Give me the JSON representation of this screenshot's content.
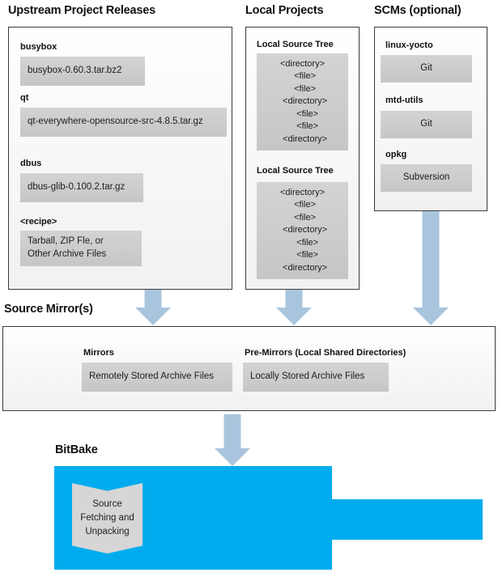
{
  "sections": {
    "upstream": {
      "title": "Upstream Project Releases",
      "entries": [
        {
          "label": "busybox",
          "value": "busybox-0.60.3.tar.bz2"
        },
        {
          "label": "qt",
          "value": "qt-everywhere-opensource-src-4.8.5.tar.gz"
        },
        {
          "label": "dbus",
          "value": "dbus-glib-0.100.2.tar.gz"
        },
        {
          "label": "<recipe>",
          "value": "Tarball, ZIP Fle, or\nOther Archive Files"
        }
      ]
    },
    "local_projects": {
      "title": "Local Projects",
      "trees": [
        {
          "label": "Local Source Tree",
          "lines": [
            "<directory>",
            "  <file>",
            "  <file>",
            "  <directory>",
            "    <file>",
            "    <file>",
            "  <directory>"
          ]
        },
        {
          "label": "Local Source Tree",
          "lines": [
            "<directory>",
            "  <file>",
            "  <file>",
            "  <directory>",
            "    <file>",
            "    <file>",
            "  <directory>"
          ]
        }
      ]
    },
    "scms": {
      "title": "SCMs (optional)",
      "entries": [
        {
          "label": "linux-yocto",
          "value": "Git"
        },
        {
          "label": "mtd-utils",
          "value": "Git"
        },
        {
          "label": "opkg",
          "value": "Subversion"
        }
      ]
    },
    "source_mirrors": {
      "title": "Source Mirror(s)",
      "entries": [
        {
          "label": "Mirrors",
          "value": "Remotely Stored Archive Files"
        },
        {
          "label": "Pre-Mirrors (Local Shared Directories)",
          "value": "Locally Stored Archive Files"
        }
      ]
    },
    "bitbake": {
      "title": "BitBake",
      "process": "Source\nFetching and\nUnpacking"
    }
  },
  "colors": {
    "bitbake_blue": "#00ACEE",
    "arrow_blue": "#a9c5dd",
    "box_grey": "#d0d0d0",
    "panel_border": "#3a3a3a"
  },
  "arrows": [
    {
      "name": "upstream-to-mirror"
    },
    {
      "name": "local-projects-to-mirror"
    },
    {
      "name": "scms-to-mirror"
    },
    {
      "name": "mirror-to-bitbake"
    }
  ]
}
